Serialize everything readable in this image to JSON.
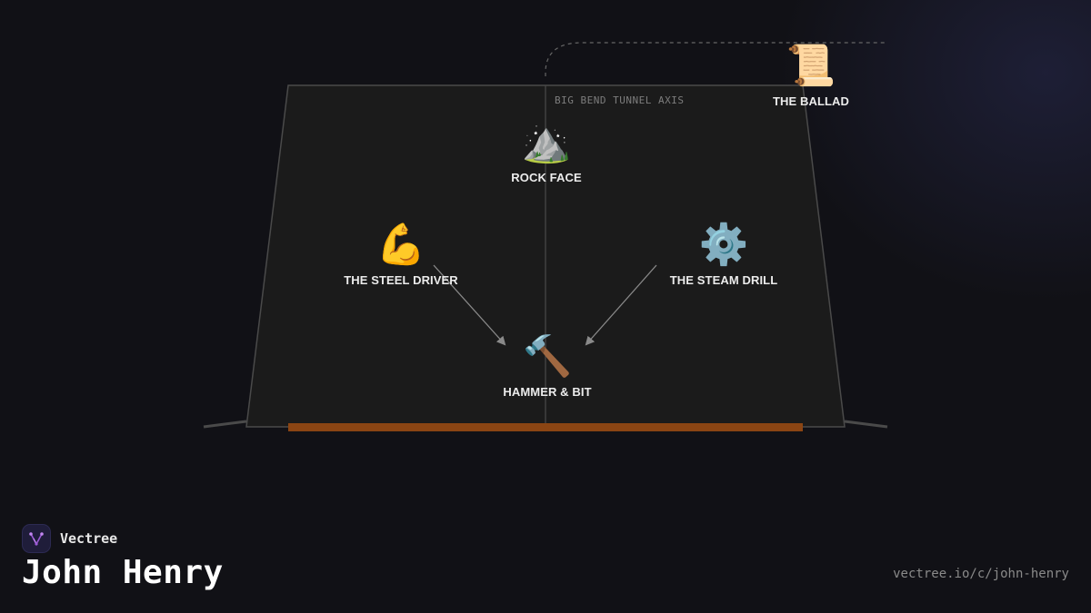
{
  "brand": {
    "name": "Vectree",
    "logo_icon": "vectree-logo-icon"
  },
  "title": "John Henry",
  "url": "vectree.io/c/john-henry",
  "diagram": {
    "axis_label": "BIG BEND TUNNEL AXIS",
    "nodes": {
      "rock_face": {
        "label": "ROCK FACE",
        "icon": "mountain-icon",
        "glyph": "⛰️"
      },
      "steel_driver": {
        "label": "THE STEEL DRIVER",
        "icon": "flexed-bicep-icon",
        "glyph": "💪"
      },
      "steam_drill": {
        "label": "THE STEAM DRILL",
        "icon": "gear-icon",
        "glyph": "⚙️"
      },
      "hammer_bit": {
        "label": "HAMMER & BIT",
        "icon": "hammer-icon",
        "glyph": "🔨"
      },
      "ballad": {
        "label": "THE BALLAD",
        "icon": "scroll-icon",
        "glyph": "📜"
      }
    },
    "colors": {
      "background": "#111116",
      "platform": "#1b1b1b",
      "platform_edge": "#4a4a4a",
      "base_bar": "#8b4513",
      "arrow": "#8a8a8a",
      "dashed_path": "#666666"
    }
  }
}
